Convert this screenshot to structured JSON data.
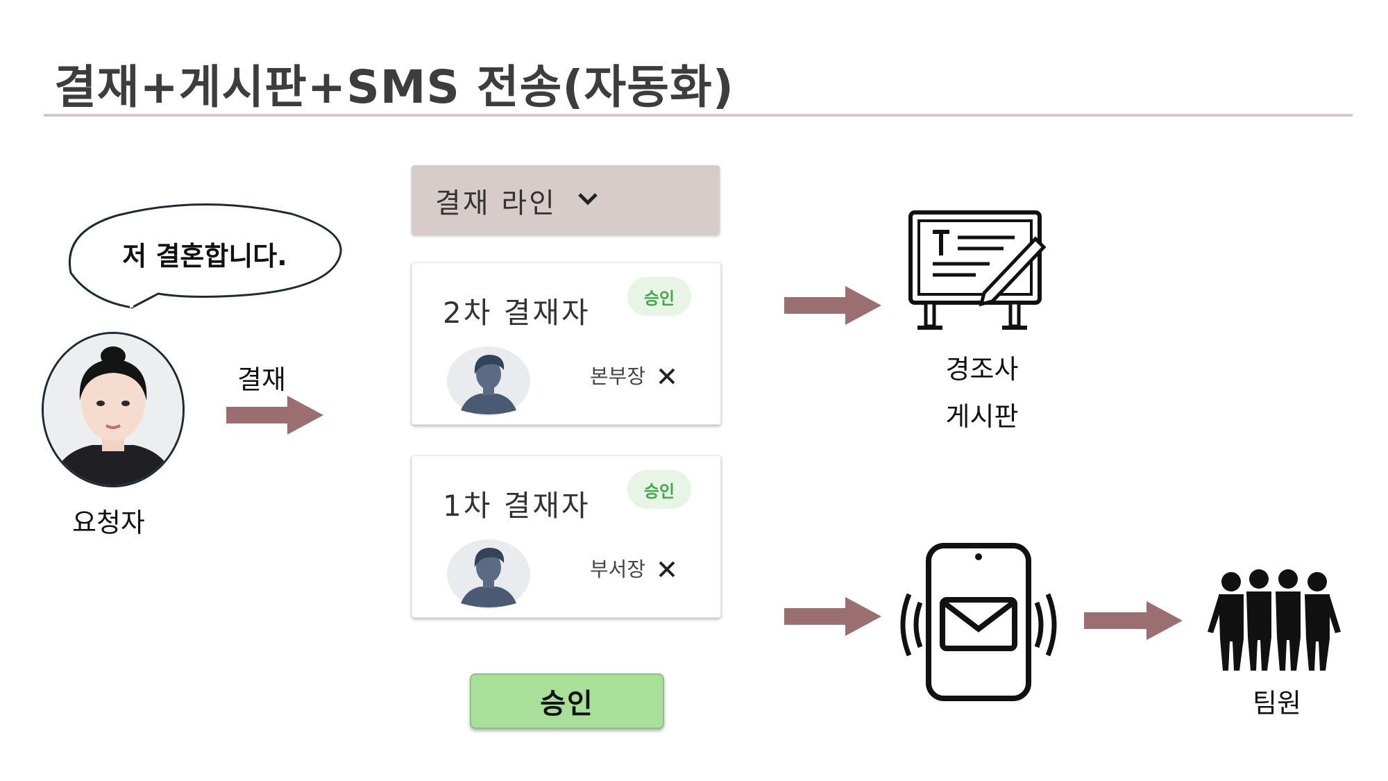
{
  "title": "결재+게시판+SMS 전송(자동화)",
  "speech_bubble": "저 결혼합니다.",
  "requester_label": "요청자",
  "approval_arrow_label": "결재",
  "approval_line": {
    "label": "결재 라인",
    "cards": [
      {
        "heading": "2차 결재자",
        "badge": "승인",
        "name": "본부장"
      },
      {
        "heading": "1차 결재자",
        "badge": "승인",
        "name": "부서장"
      }
    ]
  },
  "approve_button": "승인",
  "board": {
    "line1": "경조사",
    "line2": "게시판"
  },
  "team_label": "팀원",
  "colors": {
    "arrow": "#9b6f6f",
    "dropdown_bg": "#d8cccb",
    "badge_bg": "#e7f4e6",
    "badge_text": "#43a84a",
    "button_bg": "#a8e09a",
    "title_rule": "#d8c8c5"
  },
  "icons": [
    "chevron-down-icon",
    "close-icon",
    "user-avatar-icon",
    "bulletin-board-icon",
    "smartphone-sms-icon",
    "team-icon",
    "arrow-right-icon"
  ]
}
